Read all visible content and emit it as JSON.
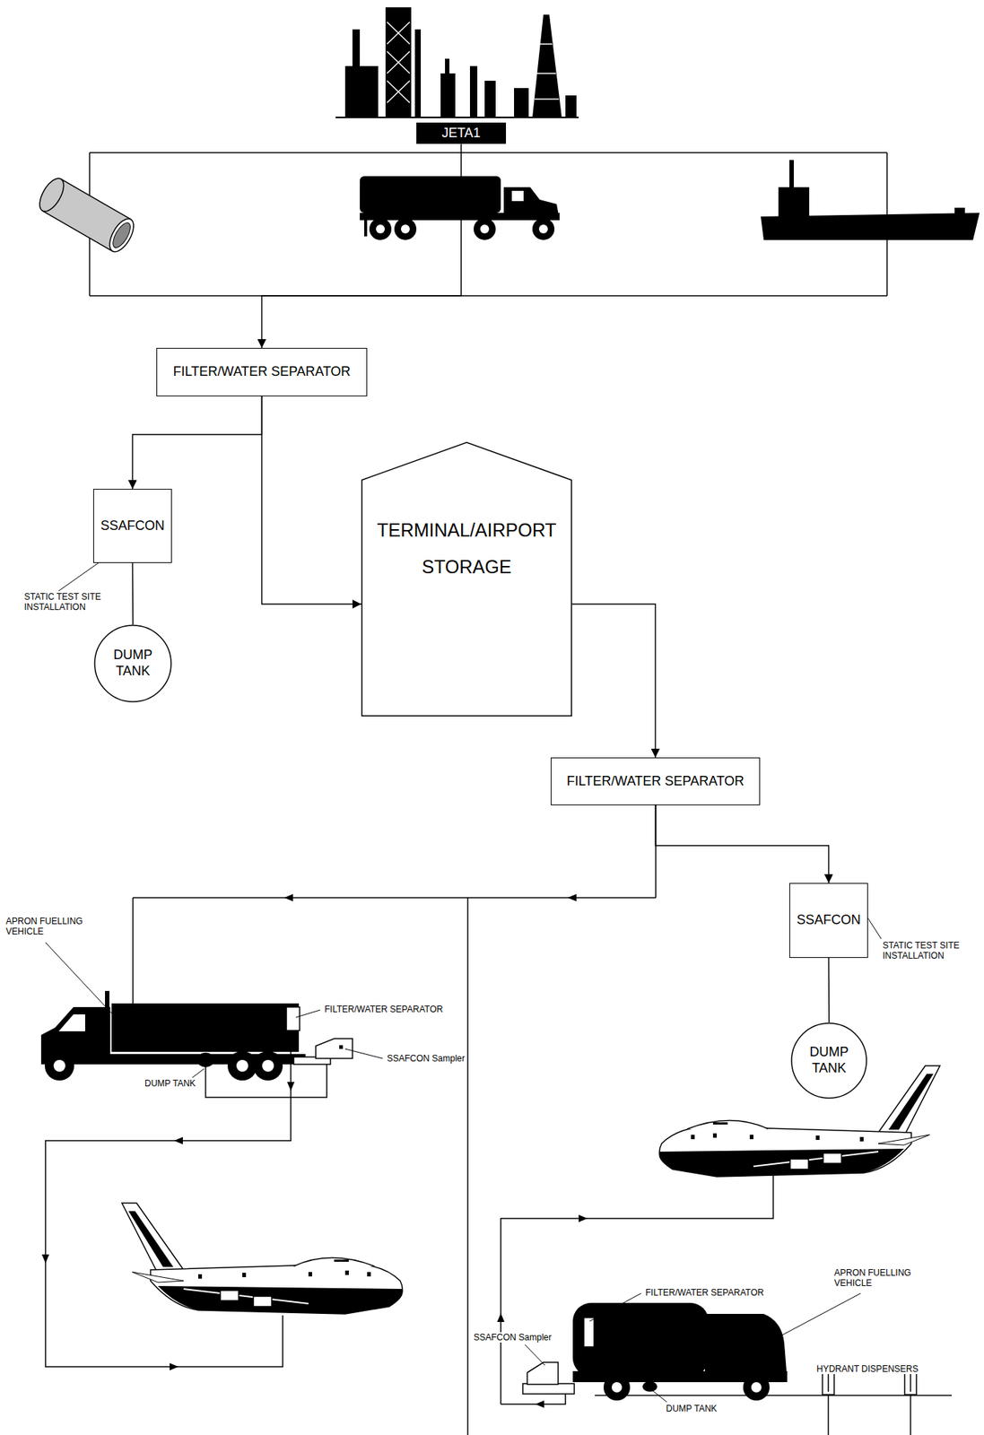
{
  "diagram": {
    "nodes": [
      {
        "text": [
          "JETA1"
        ]
      },
      {
        "text": [
          "FILTER/WATER SEPARATOR"
        ]
      },
      {
        "text": [
          "SSAFCON"
        ]
      },
      {
        "text": [
          "TERMINAL/AIRPORT STORAGE"
        ]
      },
      {
        "text": [
          "DUMP TANK"
        ]
      },
      {
        "text": [
          "FILTER/WATER SEPARATOR"
        ]
      },
      {
        "text": [
          "SSAFCON"
        ]
      },
      {
        "text": [
          "DUMP TANK"
        ]
      }
    ],
    "edges": [
      {
        "from": 0,
        "to": 1,
        "arrow": "to"
      },
      {
        "from": 1,
        "to": 2,
        "arrow": "to"
      },
      {
        "from": 2,
        "to": 4,
        "arrow": "none"
      },
      {
        "from": 1,
        "to": 3,
        "arrow": "to"
      },
      {
        "from": 3,
        "to": 5,
        "arrow": "to"
      },
      {
        "from": 5,
        "to": 6,
        "arrow": "to"
      },
      {
        "from": 6,
        "to": 7,
        "arrow": "none"
      }
    ],
    "labels": [
      "STATIC TEST SITE INSTALLATION",
      "APRON FUELLING VEHICLE",
      "FILTER/WATER SEPARATOR",
      "SSAFCON Sampler",
      "DUMP TANK",
      "STATIC TEST SITE INSTALLATION",
      "APRON FUELLING VEHICLE",
      "FILTER/WATER SEPARATOR",
      "SSAFCON Sampler",
      "DUMP TANK",
      "HYDRANT DISPENSERS"
    ]
  }
}
